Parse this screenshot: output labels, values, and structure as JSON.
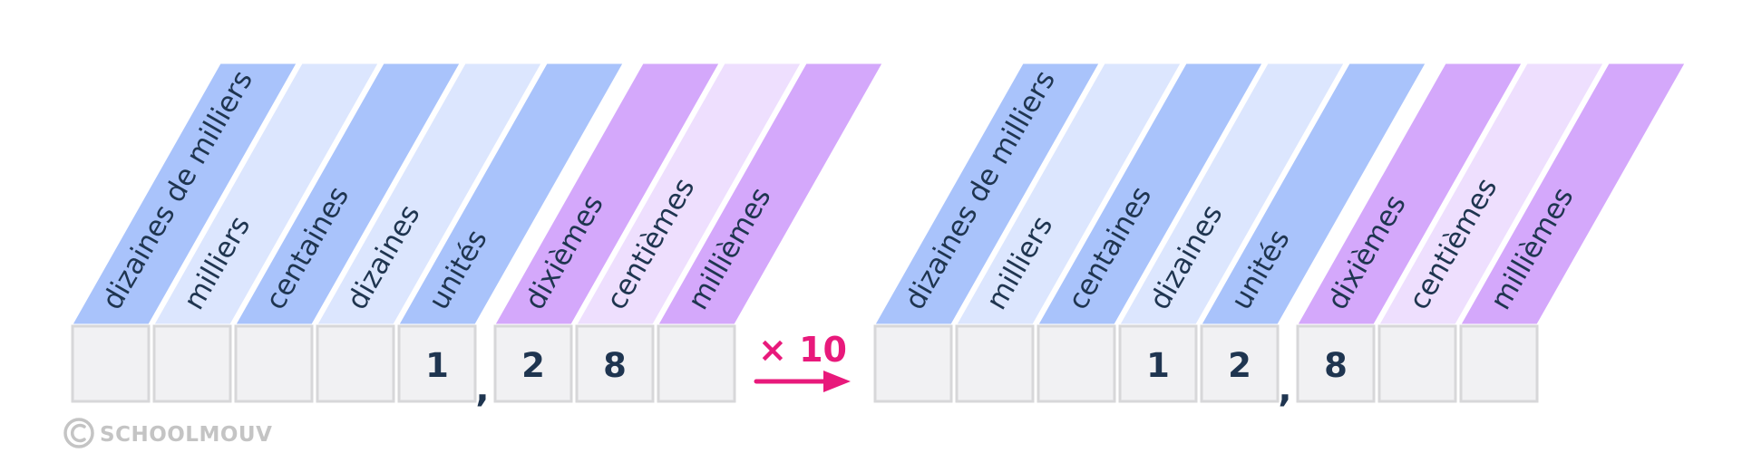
{
  "colors": {
    "integer_dark": "#a9c3fb",
    "integer_light": "#dce6fe",
    "decimal_dark": "#d4a8fb",
    "decimal_light": "#eedffe",
    "cell_fill": "#f1f1f3",
    "cell_border": "#d7d7d9",
    "text": "#1f3550",
    "operator": "#e8197b",
    "brand": "#c4c4c4"
  },
  "tables": [
    {
      "columns": [
        {
          "label": "dizaines de milliers",
          "kind": "integer",
          "tone": "dark",
          "digit": ""
        },
        {
          "label": "milliers",
          "kind": "integer",
          "tone": "light",
          "digit": ""
        },
        {
          "label": "centaines",
          "kind": "integer",
          "tone": "dark",
          "digit": ""
        },
        {
          "label": "dizaines",
          "kind": "integer",
          "tone": "light",
          "digit": ""
        },
        {
          "label": "unités",
          "kind": "integer",
          "tone": "dark",
          "digit": "1"
        },
        {
          "label": "dixièmes",
          "kind": "decimal",
          "tone": "dark",
          "digit": "2"
        },
        {
          "label": "centièmes",
          "kind": "decimal",
          "tone": "light",
          "digit": "8"
        },
        {
          "label": "millièmes",
          "kind": "decimal",
          "tone": "dark",
          "digit": ""
        }
      ],
      "separator": ","
    },
    {
      "columns": [
        {
          "label": "dizaines de milliers",
          "kind": "integer",
          "tone": "dark",
          "digit": ""
        },
        {
          "label": "milliers",
          "kind": "integer",
          "tone": "light",
          "digit": ""
        },
        {
          "label": "centaines",
          "kind": "integer",
          "tone": "dark",
          "digit": ""
        },
        {
          "label": "dizaines",
          "kind": "integer",
          "tone": "light",
          "digit": "1"
        },
        {
          "label": "unités",
          "kind": "integer",
          "tone": "dark",
          "digit": "2"
        },
        {
          "label": "dixièmes",
          "kind": "decimal",
          "tone": "dark",
          "digit": "8"
        },
        {
          "label": "centièmes",
          "kind": "decimal",
          "tone": "light",
          "digit": ""
        },
        {
          "label": "millièmes",
          "kind": "decimal",
          "tone": "dark",
          "digit": ""
        }
      ],
      "separator": ","
    }
  ],
  "operation": {
    "label": "× 10",
    "icon": "right-arrow-icon"
  },
  "brand": {
    "name": "SCHOOLMOUV",
    "icon": "copyright-icon"
  }
}
